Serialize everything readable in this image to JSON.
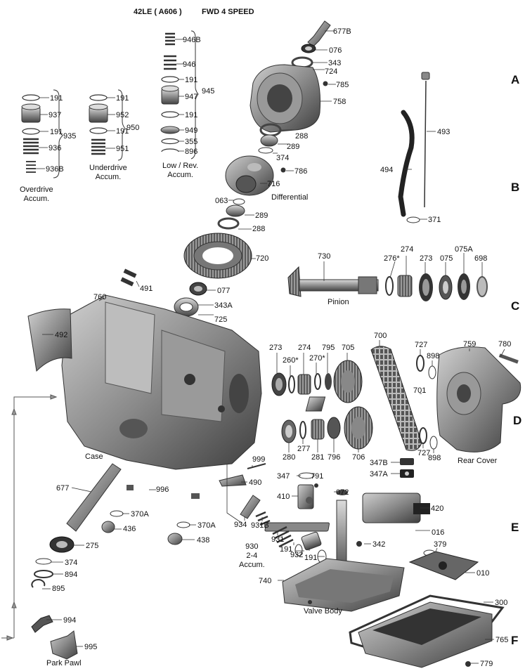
{
  "title": {
    "model": "42LE ( A606 )",
    "type": "FWD 4 SPEED"
  },
  "sections": [
    "A",
    "B",
    "C",
    "D",
    "E",
    "F"
  ],
  "captions": {
    "overdrive": [
      "Overdrive",
      "Accum."
    ],
    "underdrive": [
      "Underdrive",
      "Accum."
    ],
    "lowrev": [
      "Low / Rev.",
      "Accum."
    ],
    "differential": "Differential",
    "pinion": "Pinion",
    "case": "Case",
    "rear_cover": "Rear Cover",
    "accum24": [
      "930",
      "2-4",
      "Accum."
    ],
    "valve_body": "Valve Body",
    "park_pawl": "Park Pawl"
  },
  "callouts": {
    "c191a": "191",
    "c937": "937",
    "c191b": "191",
    "c936": "936",
    "c936b": "936B",
    "c935": "935",
    "c191c": "191",
    "c952": "952",
    "c191d": "191",
    "c951": "951",
    "c950": "950",
    "c946b": "946B",
    "c946": "946",
    "c191e": "191",
    "c947": "947",
    "c191f": "191",
    "c949": "949",
    "c355": "355",
    "c896": "896",
    "c945": "945",
    "c677b": "677B",
    "c076": "076",
    "c343": "343",
    "c724": "724",
    "c785": "785",
    "c758": "758",
    "c288a": "288",
    "c289a": "289",
    "c374a": "374",
    "c786": "786",
    "c716": "716",
    "c063": "063",
    "c289b": "289",
    "c288b": "288",
    "c720": "720",
    "c491": "491",
    "c077": "077",
    "c343a": "343A",
    "c725": "725",
    "c493": "493",
    "c494": "494",
    "c371": "371",
    "c730": "730",
    "c276": "276*",
    "c274a": "274",
    "c273a": "273",
    "c075": "075",
    "c075a": "075A",
    "c698": "698",
    "c760": "760",
    "c492": "492",
    "c273b": "273",
    "c260": "260*",
    "c274b": "274",
    "c270": "270*",
    "c795": "795",
    "c705": "705",
    "c700": "700",
    "c727a": "727",
    "c898a": "898",
    "c759": "759",
    "c780": "780",
    "c701": "701",
    "c280": "280",
    "c277": "277",
    "c281": "281",
    "c796": "796",
    "c706": "706",
    "c347b": "347B",
    "c347a": "347A",
    "c727b": "727",
    "c898b": "898",
    "c999": "999",
    "c490": "490",
    "c347": "347",
    "c791": "791",
    "c072": "072",
    "c410": "410",
    "c420": "420",
    "c016": "016",
    "c677": "677",
    "c996": "996",
    "c370a1": "370A",
    "c436": "436",
    "c370a2": "370A",
    "c438": "438",
    "c934": "934",
    "c931b": "931B",
    "c931": "931",
    "c191g": "191",
    "c932": "932",
    "c191h": "191",
    "c342": "342",
    "c379": "379",
    "c010": "010",
    "c740": "740",
    "c300": "300",
    "c275": "275",
    "c374b": "374",
    "c894": "894",
    "c895": "895",
    "c994": "994",
    "c995": "995",
    "c765": "765",
    "c779": "779"
  }
}
